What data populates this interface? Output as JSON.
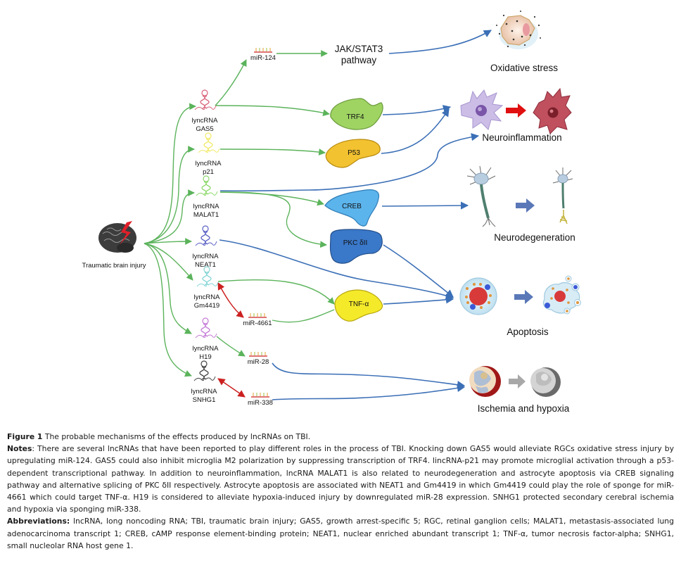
{
  "diagram": {
    "source": {
      "label": "Traumatic brain injury",
      "icon": "brain-injury-icon"
    },
    "lncrnas": [
      {
        "prefix": "lyncRNA",
        "name": "GAS5",
        "color": "#d9637a"
      },
      {
        "prefix": "lyncRNA",
        "name": "p21",
        "color": "#f2ea6a"
      },
      {
        "prefix": "lyncRNA",
        "name": "MALAT1",
        "color": "#8cd96a"
      },
      {
        "prefix": "lyncRNA",
        "name": "NEAT1",
        "color": "#5a5fc4"
      },
      {
        "prefix": "lyncRNA",
        "name": "Gm4419",
        "color": "#86d4d6"
      },
      {
        "prefix": "lyncRNA",
        "name": "H19",
        "color": "#c47ad6"
      },
      {
        "prefix": "lyncRNA",
        "name": "SNHG1",
        "color": "#444444"
      }
    ],
    "mirnas": [
      "miR-124",
      "miR-4661",
      "miR-28",
      "miR-338"
    ],
    "pathway": {
      "line1": "JAK/STAT3",
      "line2": "pathway"
    },
    "proteins": [
      {
        "name": "TRF4",
        "color": "#9fd463"
      },
      {
        "name": "P53",
        "color": "#f2c230"
      },
      {
        "name": "CREB",
        "color": "#5cb4ec"
      },
      {
        "name": "PKC δII",
        "color": "#3a78c9"
      },
      {
        "name": "TNF-α",
        "color": "#f5ea2a"
      }
    ],
    "outcomes": [
      "Oxidative stress",
      "Neuroinflammation",
      "Neurodegeneration",
      "Apoptosis",
      "Ischemia and hypoxia"
    ],
    "colors": {
      "promote_arrow": "#5bb35b",
      "effect_arrow": "#3b6fb6",
      "sponge_arrow": "#cc2020",
      "transition_red": "#e01010",
      "transition_blue": "#5a78b8",
      "transition_gray": "#a8a8a8"
    }
  },
  "caption": {
    "figure_label": "Figure 1",
    "figure_title": "The probable mechanisms of the effects produced by lncRNAs on TBI.",
    "notes_label": "Notes",
    "notes_text": ": There are several lncRNAs that have been reported to play different roles in the process of TBI. Knocking down GAS5 would alleviate RGCs oxidative stress injury by upregulating miR-124. GAS5 could also inhibit microglia M2 polarization by suppressing transcription of TRF4. lincRNA-p21 may promote microglial activation through a p53-dependent transcriptional pathway. In addition to neuroinflammation, lncRNA MALAT1 is also related to neurodegeneration and astrocyte apoptosis via CREB signaling pathway and alternative splicing of PKC δII respectively. Astrocyte apoptosis are associated with NEAT1 and Gm4419 in which Gm4419 could play the role of sponge for miR-4661 which could target TNF-α. H19 is considered to alleviate hypoxia-induced injury by downregulated miR-28 expression. SNHG1 protected secondary cerebral ischemia and hypoxia via sponging miR-338.",
    "abbrev_label": "Abbreviations:",
    "abbrev_text": " lncRNA, long noncoding RNA; TBI, traumatic brain injury; GAS5, growth arrest-specific 5; RGC, retinal ganglion cells; MALAT1, metastasis-associated lung adenocarcinoma transcript 1; CREB, cAMP response element-binding protein; NEAT1, nuclear enriched abundant transcript 1; TNF-α, tumor necrosis factor-alpha; SNHG1, small nucleolar RNA host gene 1."
  }
}
